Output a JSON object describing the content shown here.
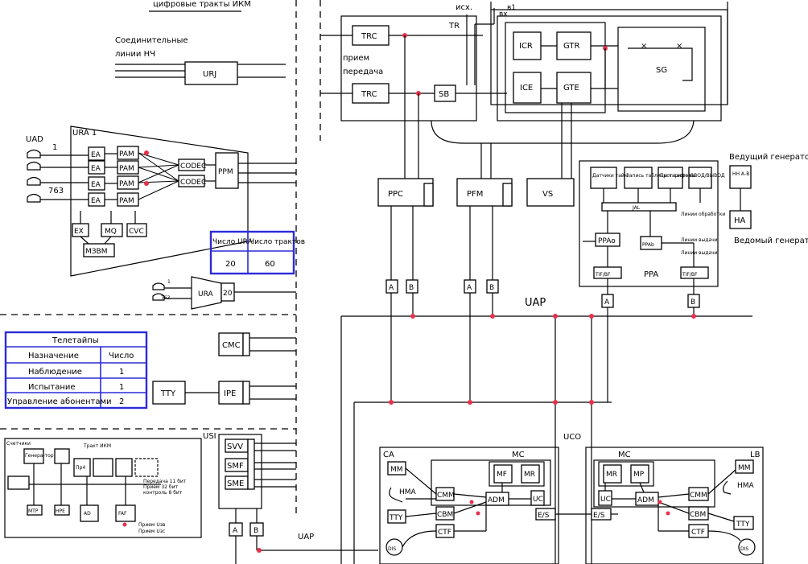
{
  "page": {
    "top_label": "цифровые тракты ИКМ",
    "ucx_label": "исх.",
    "vx_label": "вх"
  },
  "left_top": {
    "connect_label_1": "Соединительные",
    "connect_label_2": "линии НЧ",
    "urj": "URJ"
  },
  "concentrator": {
    "uad": "UAD",
    "ura1": "URA 1",
    "line_first": "1",
    "line_last": "763",
    "ea": "EA",
    "pam": "PAM",
    "codec": "CODEC",
    "ppm": "PPM",
    "ex": "EX",
    "mo": "MQ",
    "cvc": "CVC",
    "mzbm": "МЗВМ"
  },
  "ura_table": {
    "headers": [
      "Число URA",
      "Число трактов"
    ],
    "values": [
      "20",
      "60"
    ]
  },
  "small_ura": {
    "label": "URA",
    "count": "20",
    "first": "1",
    "last": "763"
  },
  "teletype_table": {
    "title": "Телетайпы",
    "headers": [
      "Назначение",
      "Число"
    ],
    "rows": [
      [
        "Наблюдение",
        "1"
      ],
      [
        "Испытание",
        "1"
      ],
      [
        "Управление абонентами",
        "2"
      ]
    ]
  },
  "mid_left": {
    "cmc": "CMC",
    "tty": "TTY",
    "ipe": "IPE",
    "usi": "USI",
    "svv": "SVV",
    "smf": "SMF",
    "sme": "SME",
    "a": "A",
    "b": "B",
    "uap": "UAP"
  },
  "counter_box": {
    "title": "Счетчики",
    "gen": "Генера-тор",
    "pd": "Пр4",
    "lines_ikm": "Тракт ИКМ",
    "mtr": "MTP",
    "hpe": "HPE",
    "ad": "AD",
    "fap": "FAF",
    "note1": "Передача 11 бит",
    "note2": "Прием 32 бит",
    "note3": "контроль 8 бит",
    "note4": "Прием Uзв",
    "note5": "Прием Uзс"
  },
  "switching": {
    "trc_top": "TRC",
    "trc_bot": "TRC",
    "tr": "TR",
    "priem": "прием",
    "peredacha": "передача",
    "sb": "SB",
    "icr": "ICR",
    "gtr": "GTR",
    "ice": "ICE",
    "gte": "GTE",
    "sg": "SG",
    "ppc": "PPC",
    "pfm": "PFM",
    "vs": "VS"
  },
  "ppa": {
    "box1": "Датчики тайм",
    "box2": "Запись таблицы тарифов",
    "box3": "Прот системы",
    "box4": "ВВОД/ВЫВОД",
    "bus": "JAL",
    "ppa_left": "PPAo",
    "ppa_right": "PPAb",
    "tif_left": "TIF/BF",
    "tif_right": "TIF/BF",
    "label": "PPA",
    "a": "A",
    "b": "B",
    "note_right1": "Линии обработки",
    "note_right2": "Линии выдачи",
    "note_right3": "Линии выдачи"
  },
  "generators": {
    "master_label": "Ведущий генератор",
    "master_box": "НН А-В",
    "slave_box": "НА",
    "slave_label": "Ведомый генератор"
  },
  "bus": {
    "uap": "UAP",
    "uco": "UCO",
    "ppc_a": "A",
    "ppc_b": "B",
    "pfm_a": "A",
    "pfm_b": "B"
  },
  "control_left": {
    "ca": "CA",
    "mc": "MC",
    "mm": "MM",
    "mf": "MF",
    "mr": "MR",
    "hma": "HMA",
    "cmm": "CMM",
    "cbm": "CBM",
    "adm": "ADM",
    "uc": "UC",
    "tty": "TTY",
    "ctf": "CTF",
    "dis": "DIS",
    "es": "E/S"
  },
  "control_right": {
    "lb": "LB",
    "mc": "MC",
    "mr": "MR",
    "mp": "MP",
    "mm": "MM",
    "hma": "HMA",
    "uc": "UC",
    "adm": "ADM",
    "cmm": "CMM",
    "cbm": "CBM",
    "ctf": "CTF",
    "tty": "TTY",
    "dis": "DIS",
    "es": "E/S"
  }
}
